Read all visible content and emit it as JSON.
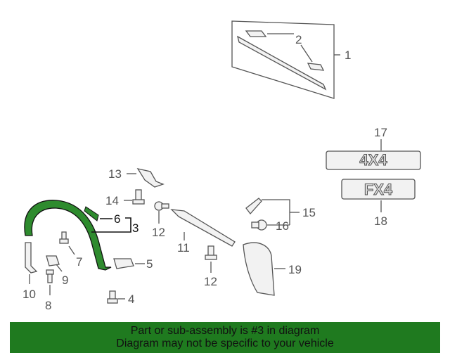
{
  "callouts": {
    "c1": "1",
    "c2": "2",
    "c3": "3",
    "c4": "4",
    "c5": "5",
    "c6": "6",
    "c7": "7",
    "c8": "8",
    "c9": "9",
    "c10": "10",
    "c11": "11",
    "c12a": "12",
    "c12b": "12",
    "c13": "13",
    "c14": "14",
    "c15": "15",
    "c16": "16",
    "c17": "17",
    "c18": "18",
    "c19": "19"
  },
  "badges": {
    "fourbyfour": "4X4",
    "fx4": "FX4"
  },
  "banner": {
    "line1": "Part or sub-assembly is #3 in diagram",
    "line2": "Diagram may not be specific to your vehicle"
  },
  "colors": {
    "highlight": "#2e8b2e",
    "banner_bg": "#1f7a1f",
    "line": "#555555"
  }
}
